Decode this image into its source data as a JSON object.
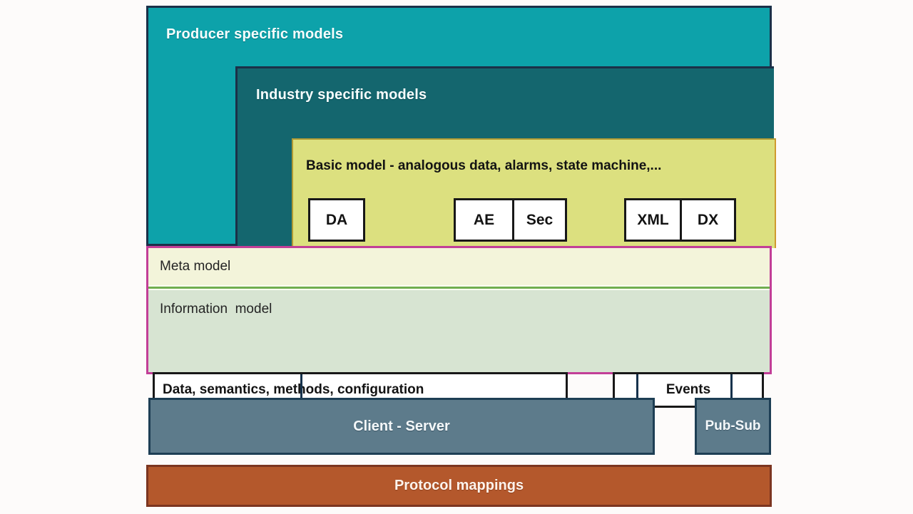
{
  "diagram": {
    "title_context": "OPC UA layered architecture",
    "layers": {
      "producer": {
        "label": "Producer specific models",
        "fill": "#0da2aa",
        "border": "#1b3048",
        "text_color": "#ffffff"
      },
      "industry": {
        "label": "Industry specific models",
        "fill": "#14666e",
        "border": "#1b3048",
        "text_color": "#ffffff"
      },
      "basic": {
        "label": "Basic model - analogous data, alarms, state machine,...",
        "fill": "#dce07f",
        "border": "#b09a35",
        "text_color": "#131313",
        "boxes": [
          {
            "label": "DA"
          },
          {
            "label": "AE"
          },
          {
            "label": "Sec"
          },
          {
            "label": "XML"
          },
          {
            "label": "DX"
          }
        ]
      },
      "meta": {
        "label": "Meta model",
        "fill": "#f3f4da",
        "border": "#c23e97",
        "text_color": "#242424"
      },
      "information": {
        "label": "Information  model",
        "fill": "#d7e4d2",
        "divider_color": "#6fae4f",
        "text_color": "#242424",
        "boxes": [
          {
            "label": "Data, semantics, methods, configuration"
          },
          {
            "label": "Events"
          }
        ]
      },
      "transport": {
        "client_server_label": "Client - Server",
        "pub_sub_label": "Pub-Sub",
        "fill": "#5d7b8b",
        "border": "#1d3e54",
        "text_color": "#ffffff"
      },
      "protocol": {
        "label": "Protocol mappings",
        "fill": "#b4582c",
        "border": "#7c3520",
        "text_color": "#ffffff"
      }
    },
    "connector_color": "#16324c"
  }
}
